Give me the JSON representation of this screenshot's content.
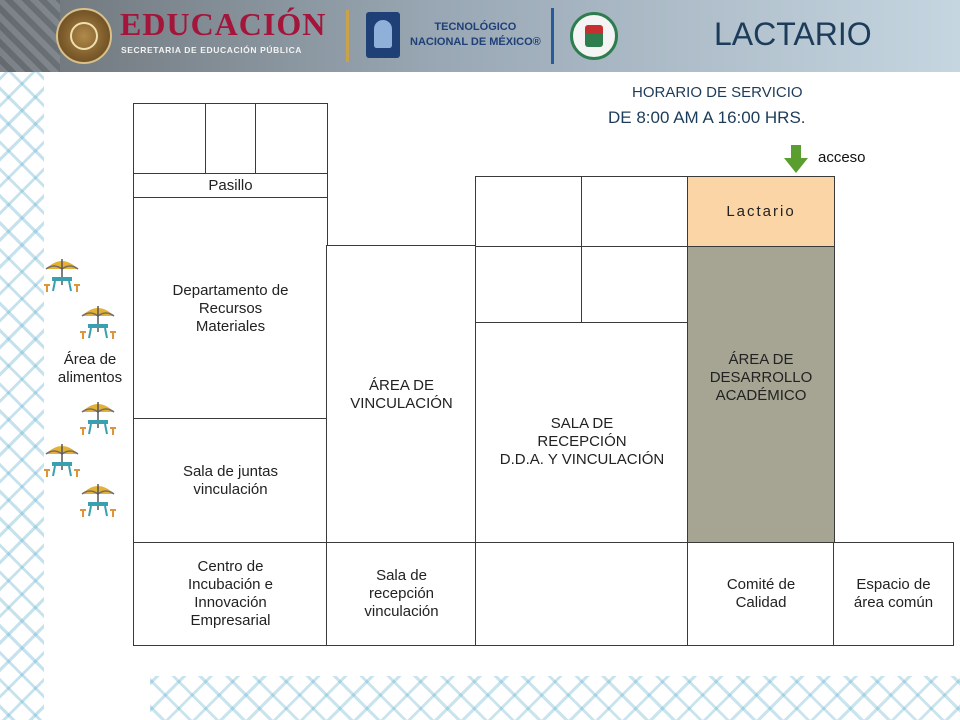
{
  "header": {
    "agency_title": "EDUCACIÓN",
    "agency_subtitle": "SECRETARIA DE EDUCACIÓN PÚBLICA",
    "tec_name": "TECNOLÓGICO\nNACIONAL DE MÉXICO®",
    "page_title": "LACTARIO"
  },
  "schedule": {
    "label": "HORARIO DE SERVICIO",
    "hours": "DE 8:00 AM A 16:00 HRS."
  },
  "access": {
    "label": "acceso",
    "arrow_icon": "down-arrow-icon",
    "arrow_color": "#5a9e2f"
  },
  "colors": {
    "lactario": "#fbd5a6",
    "desarrollo_academico": "#a6a593",
    "umbrella": "#e2b235",
    "table": "#3aa0b0",
    "chairs": "#e0943a"
  },
  "rooms": {
    "pasillo": "Pasillo",
    "recursos_materiales": "Departamento de\nRecursos\nMateriales",
    "sala_juntas": "Sala de juntas\nvinculación",
    "incubacion": "Centro de\nIncubación e\nInnovación\nEmpresarial",
    "vinculacion": "ÁREA DE\nVINCULACIÓN",
    "sala_recepcion_vinculacion": "Sala de\nrecepción\nvinculación",
    "sala_recepcion_dda": "SALA DE\nRECEPCIÓN\nD.D.A. Y VINCULACIÓN",
    "lactario": "Lactario",
    "desarrollo_academico": "ÁREA DE\nDESARROLLO\nACADÉMICO",
    "comite_calidad": "Comité de\nCalidad",
    "espacio_comun": "Espacio de\nárea común"
  },
  "food_area": {
    "label": "Área de\nalimentos",
    "table_icon": "picnic-table-umbrella-icon"
  }
}
